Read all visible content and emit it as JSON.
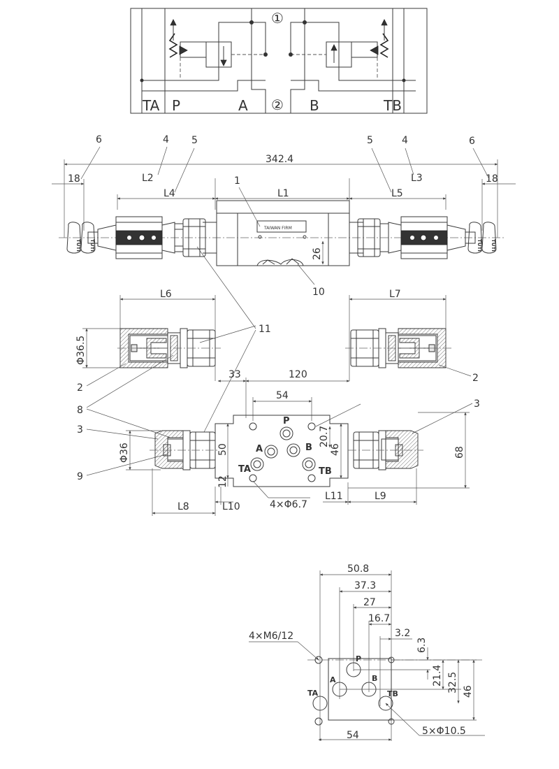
{
  "schematic": {
    "ports": {
      "ta": "TA",
      "p": "P",
      "a": "A",
      "b": "B",
      "tb": "TB"
    },
    "circle1": "①",
    "circle2": "②"
  },
  "callouts": {
    "c1": "1",
    "c2": "2",
    "c3": "3",
    "c4": "4",
    "c5": "5",
    "c6": "6",
    "c8": "8",
    "c9": "9",
    "c10": "10",
    "c11": "11"
  },
  "dimensions": {
    "overall": "342.4",
    "d18": "18",
    "L1": "L1",
    "L2": "L2",
    "L3": "L3",
    "L4": "L4",
    "L5": "L5",
    "L6": "L6",
    "L7": "L7",
    "L8": "L8",
    "L9": "L9",
    "L10": "L10",
    "L11": "L11",
    "d26": "26",
    "d365": "Φ36.5",
    "d36": "Φ36",
    "d33": "33",
    "d120": "120",
    "d54": "54",
    "d207": "20.7",
    "d50": "50",
    "d46": "46",
    "d12": "12",
    "d68": "68",
    "holes": "4×Φ6.7"
  },
  "footprint": {
    "d508": "50.8",
    "d373": "37.3",
    "d27": "27",
    "d167": "16.7",
    "d32": "3.2",
    "d63": "6.3",
    "d214": "21.4",
    "d325": "32.5",
    "d46": "46",
    "d54": "54",
    "threads": "4×M6/12",
    "bores": "5×Φ10.5",
    "ports": {
      "p": "P",
      "a": "A",
      "b": "B",
      "ta": "TA",
      "tb": "TB"
    }
  },
  "plate_text": "TAIWAN FIRM",
  "handle_text": "TUTI"
}
